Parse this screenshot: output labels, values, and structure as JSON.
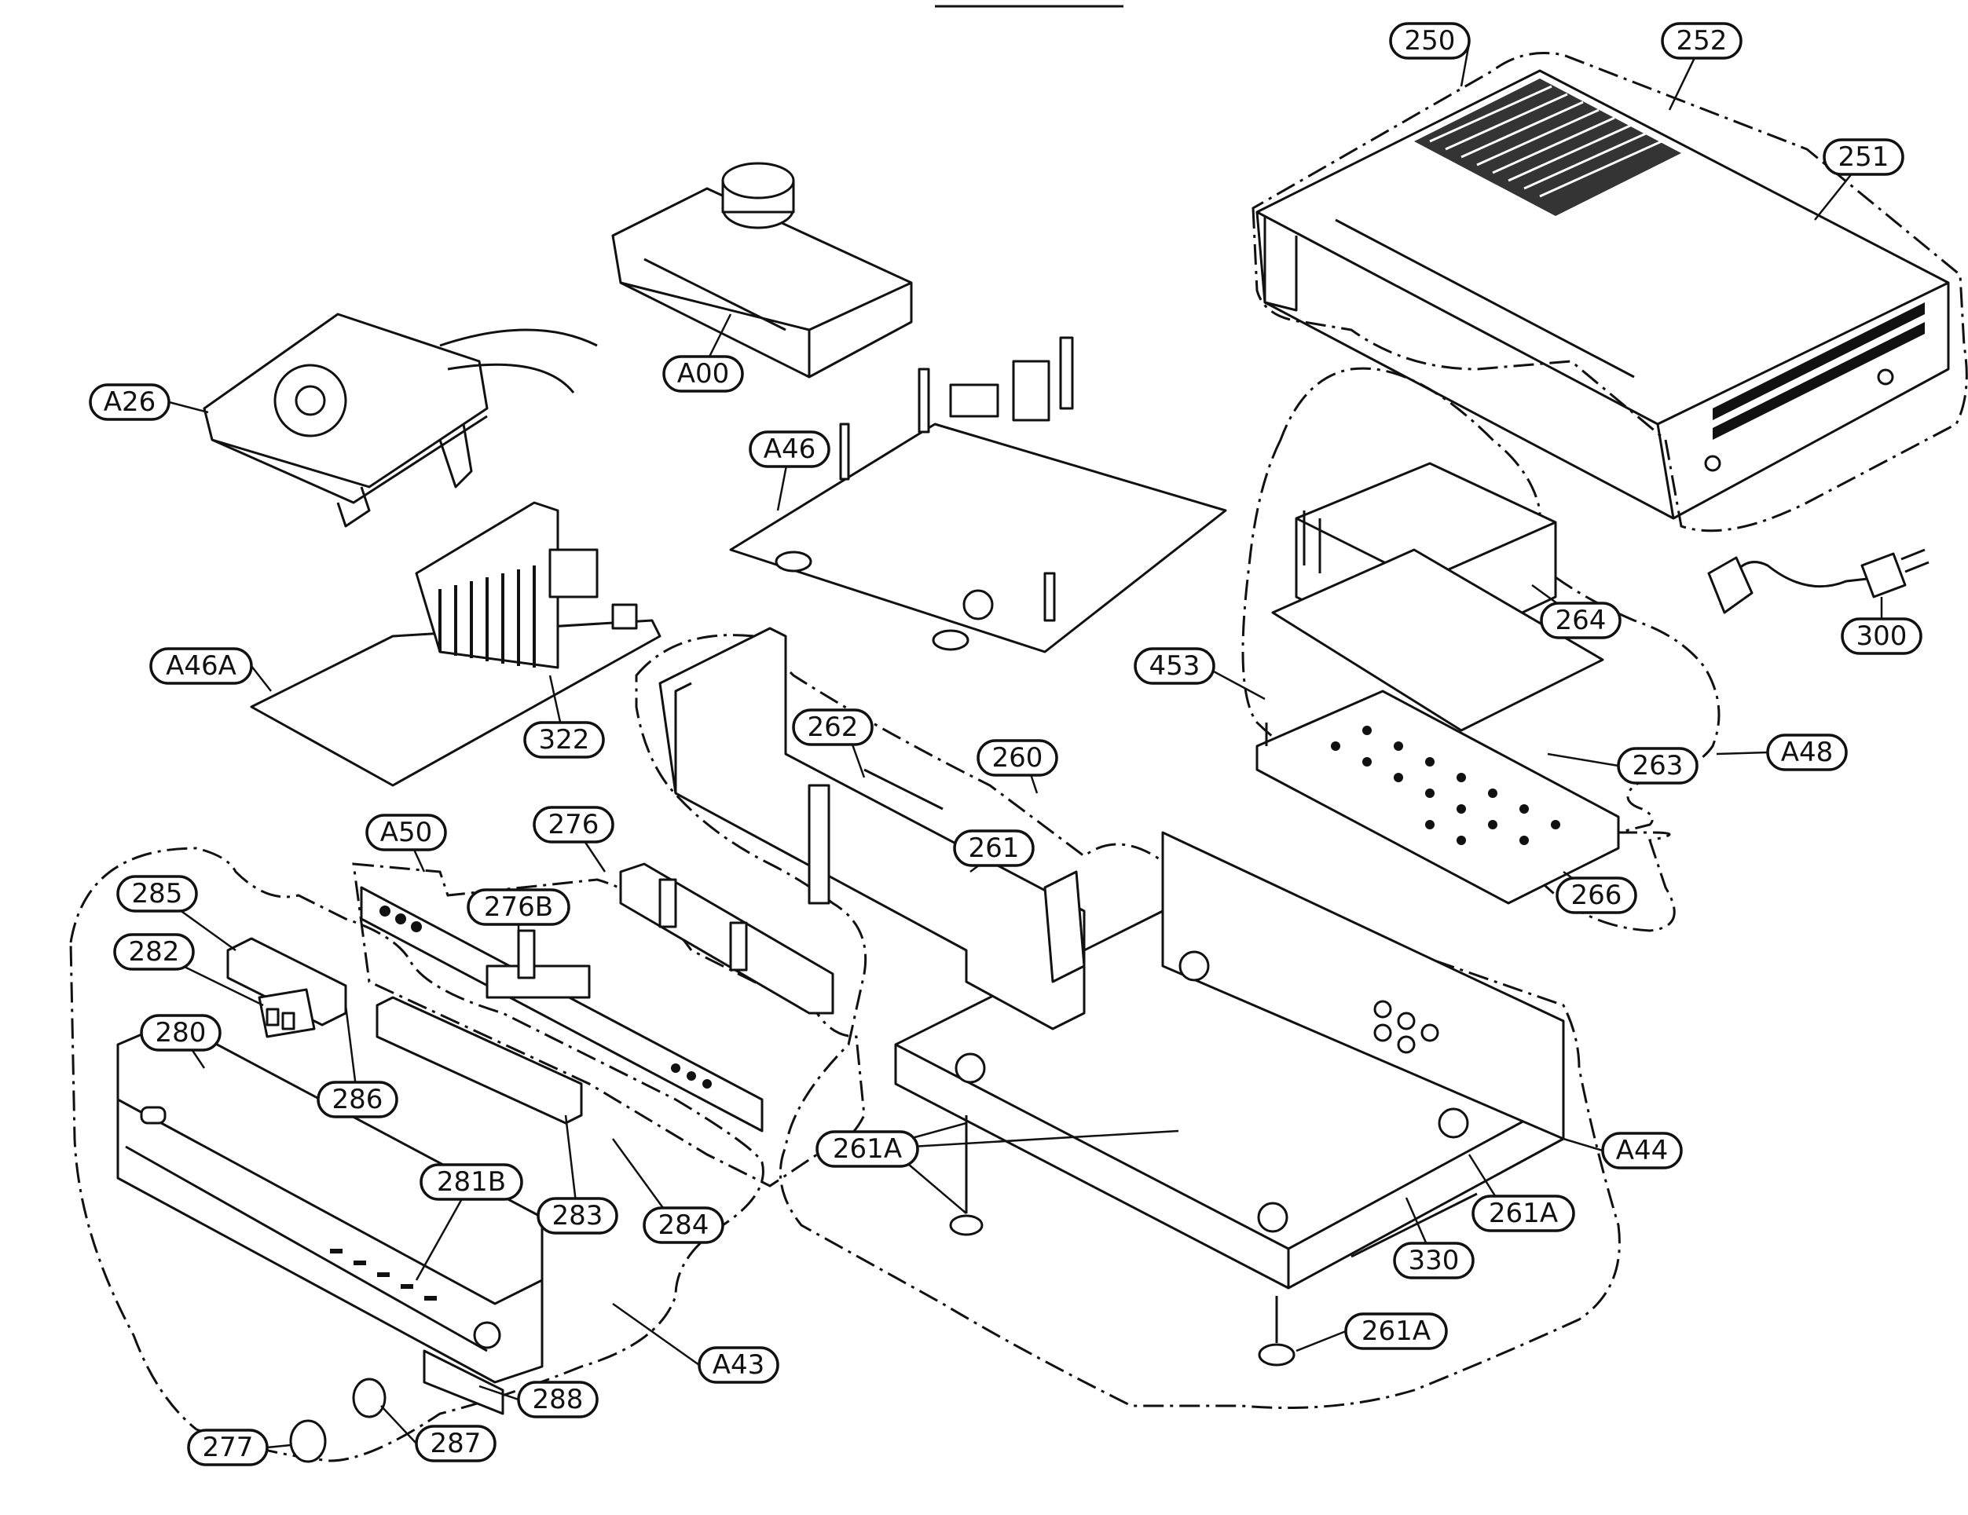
{
  "labels": {
    "A26": "A26",
    "A00": "A00",
    "A46": "A46",
    "A46A": "A46A",
    "322": "322",
    "250": "250",
    "252": "252",
    "251": "251",
    "300": "300",
    "264": "264",
    "453": "453",
    "263": "263",
    "A48": "A48",
    "266": "266",
    "262": "262",
    "260": "260",
    "261": "261",
    "A50": "A50",
    "276": "276",
    "276B": "276B",
    "285": "285",
    "282": "282",
    "280": "280",
    "286": "286",
    "281B": "281B",
    "283": "283",
    "284": "284",
    "261A_a": "261A",
    "261A_b": "261A",
    "261A_c": "261A",
    "A44": "A44",
    "330": "330",
    "A43": "A43",
    "288": "288",
    "287": "287",
    "277": "277"
  }
}
